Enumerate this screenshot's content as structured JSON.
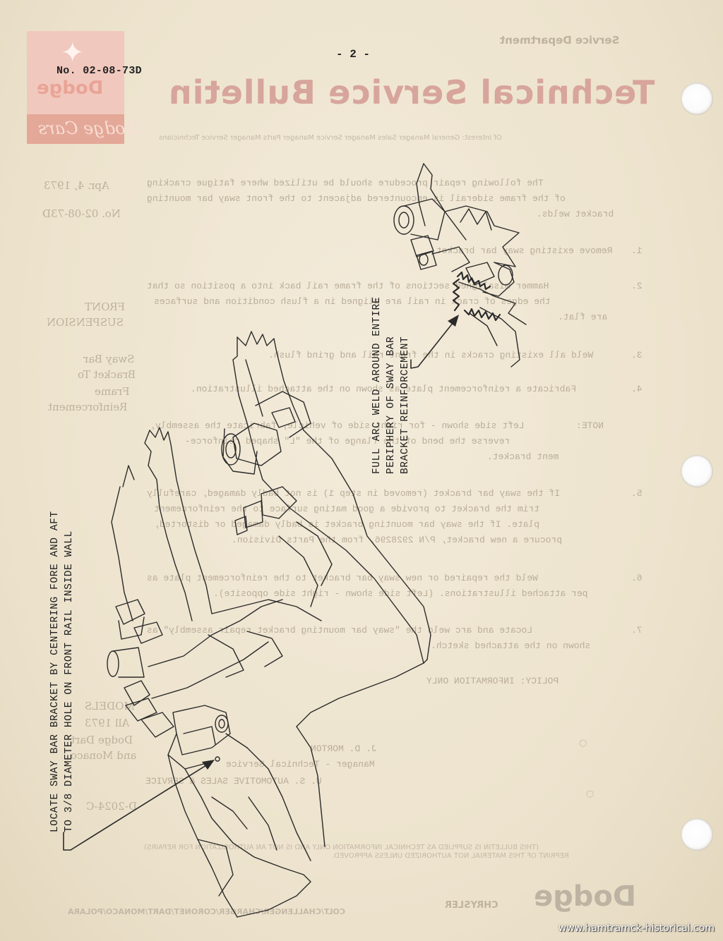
{
  "header": {
    "bulletin_number": "No. 02-08-73D",
    "page_number": "- 2 -"
  },
  "bleed_through": {
    "department": "Service Department",
    "title": "Technical Service Bulletin",
    "routing": "Of interest: General Manager  Sales Manager  Service Manager  Parts Manager  Service Technicians",
    "logo_brand": "Dodge",
    "logo_sub": "Dodge Cars",
    "date": "Apr. 4, 1973",
    "side_number": "No. 02-08-73D",
    "side_heading_1": "FRONT",
    "side_heading_2": "SUSPENSION",
    "side_topic": [
      "Sway Bar",
      "Bracket To",
      "Frame",
      "Reinforcement"
    ],
    "side_models": [
      "MODELS",
      "All 1973",
      "Dodge Dart",
      "and Monaco"
    ],
    "side_form": "D-2024-C",
    "body_lines": [
      "The following repair procedure should be utilized where fatigue cracking",
      "of the frame siderail is encountered adjacent to the front sway bar mounting",
      "bracket welds."
    ],
    "steps": [
      {
        "n": "1.",
        "lines": [
          "Remove existing sway bar bracket."
        ]
      },
      {
        "n": "2.",
        "lines": [
          "Hammer misaligned sections of the frame rail back into a position so that",
          "the edges of crack in rail are aligned in a flush condition and surfaces",
          "are flat."
        ]
      },
      {
        "n": "3.",
        "lines": [
          "Weld all existing cracks in the front rail and grind flush."
        ]
      },
      {
        "n": "4.",
        "lines": [
          "Fabricate a reinforcement plate as shown on the attached illustration."
        ]
      },
      {
        "n": "5.",
        "lines": [
          "If the sway bar bracket (removed in step 1) is not badly damaged, carefully",
          "trim the bracket to provide a good mating surface to the reinforcement",
          "plate. If the sway bar mounting bracket is badly damaged or distorted,",
          "procure a new bracket, P/N 2928296, from the Parts Division."
        ]
      },
      {
        "n": "6.",
        "lines": [
          "Weld the repaired or new sway bar bracket to the reinforcement plate as",
          "per attached illustrations. (Left side shown - right side opposite)."
        ]
      },
      {
        "n": "7.",
        "lines": [
          "Locate and arc weld the \"sway bar mounting bracket repair assembly\" as",
          "shown on the attached sketch."
        ]
      }
    ],
    "note_label": "NOTE:",
    "note_lines": [
      "Left side shown - for right side of vehicle, fabricate the assembly,",
      "reverse the bend of the flange of the \"L\" shaped reinforce-",
      "ment bracket."
    ],
    "policy": "POLICY:  INFORMATION ONLY",
    "signer_name": "J. D. MORTON",
    "signer_title": "Manager - Technical Service",
    "signer_org": "U. S. AUTOMOTIVE SALES & SERVICE",
    "disclaimer_1": "(THIS BULLETIN IS SUPPLIED AS TECHNICAL INFORMATION ONLY AND IS NOT AN AUTHORIZATION FOR REPAIRS)",
    "disclaimer_2": "REPRINT OF THIS MATERIAL NOT AUTHORIZED UNLESS APPROVED.",
    "footer_brand": "Dodge",
    "footer_corp": "CHRYSLER",
    "footer_models": "COLT/CHALLENGER/CHARGER/CORONET/DART/MONACO/POLARA"
  },
  "illustration": {
    "label_main_1": "LOCATE SWAY BAR BRACKET BY CENTERING FORE AND AFT",
    "label_main_2": "TO 3/8 DIAMETER HOLE ON FRONT RAIL INSIDE WALL",
    "label_detail_1": "FULL ARC WELD AROUND ENTIRE",
    "label_detail_2": "PERIPHERY OF SWAY BAR",
    "label_detail_3": "BRACKET REINFORCEMENT"
  },
  "watermark": "www.hamtramck-historical.com"
}
